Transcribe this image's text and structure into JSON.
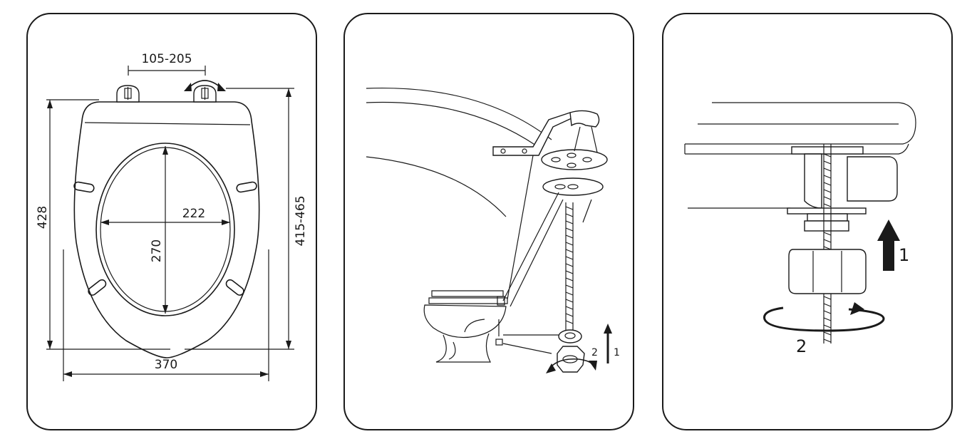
{
  "panel1": {
    "dims": {
      "hinge_span": "105-205",
      "length": "428",
      "adjust_length": "415-465",
      "inner_width": "222",
      "inner_length": "270",
      "width": "370"
    }
  },
  "panel2": {
    "steps": [
      "1",
      "2"
    ]
  },
  "panel3": {
    "steps": [
      "1",
      "2"
    ]
  },
  "icons": [
    "rotate-arrow-icon",
    "up-arrow-icon",
    "turn-arrow-icon"
  ]
}
